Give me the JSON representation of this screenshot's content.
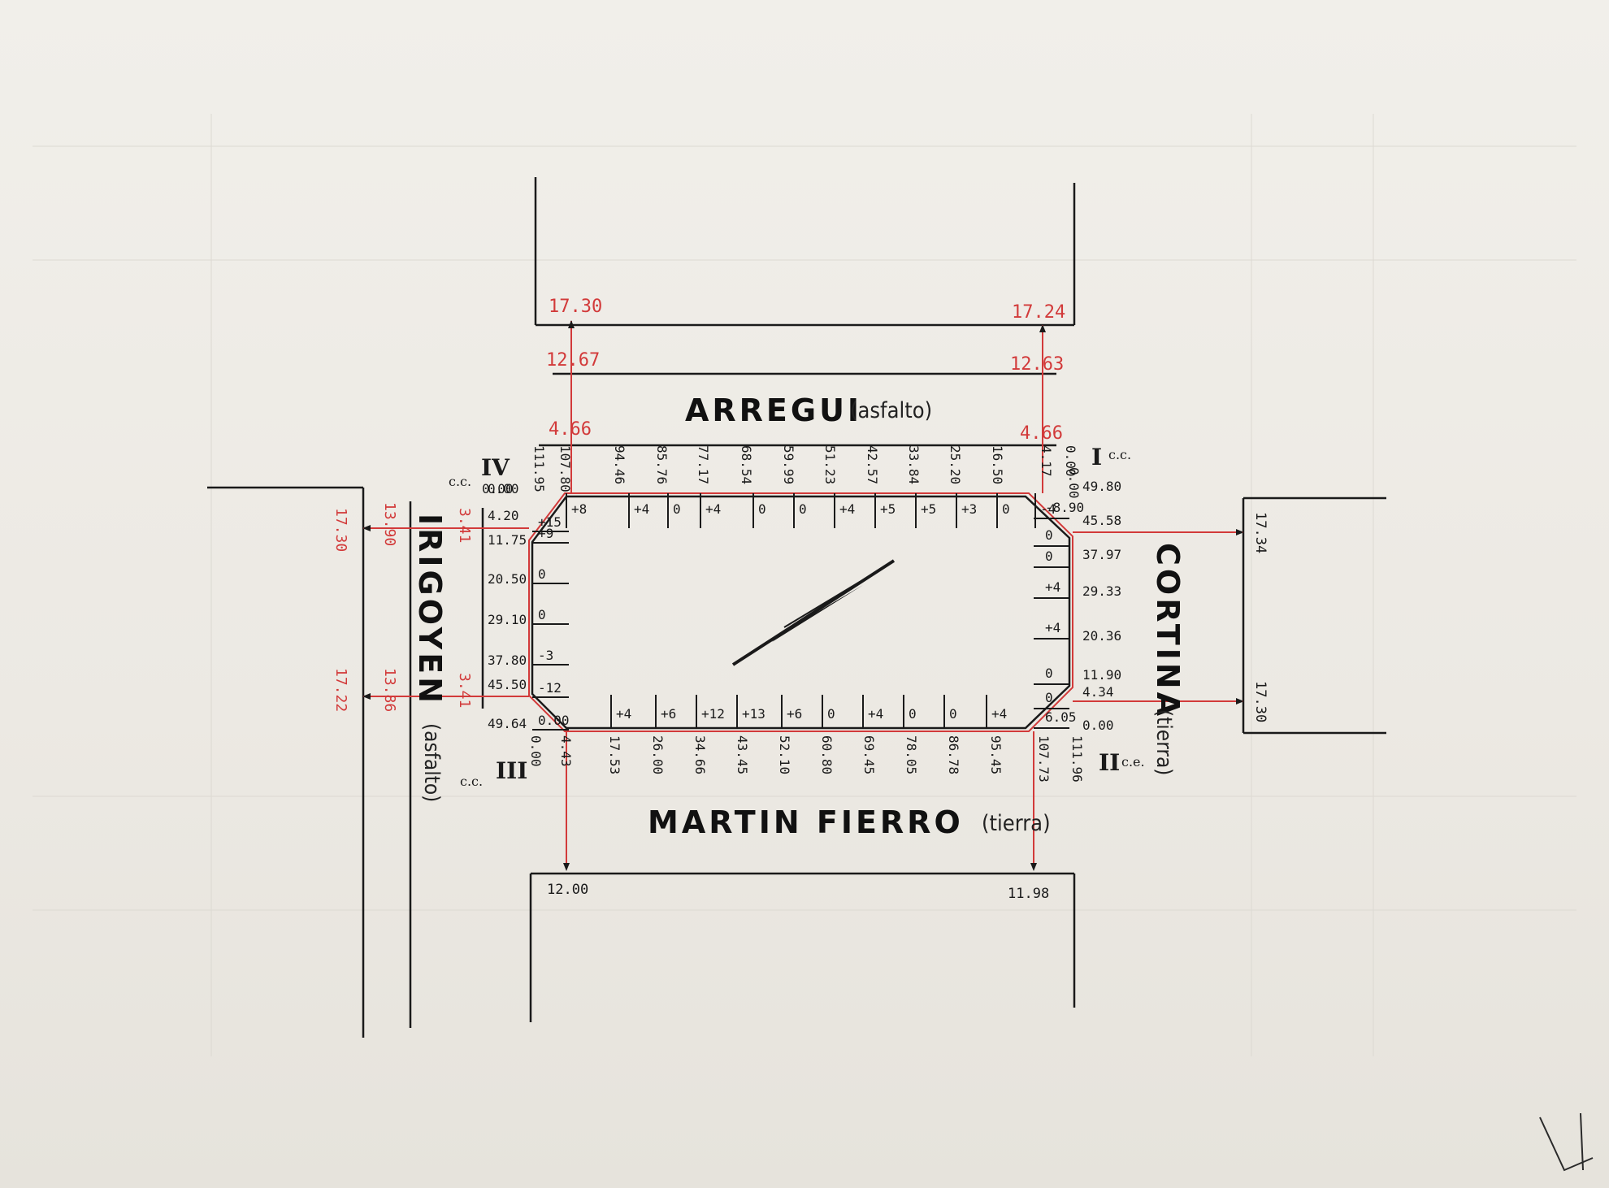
{
  "streets": {
    "top": {
      "name": "ARREGUI",
      "surface": "(asfalto)"
    },
    "bottom": {
      "name": "MARTIN FIERRO",
      "surface": "(tierra)"
    },
    "left": {
      "name": "IRIGOYEN",
      "surface": "(asfalto)"
    },
    "right": {
      "name": "CORTINA",
      "surface": "(tierra)"
    }
  },
  "red_levels": {
    "top_left_far": "17.30",
    "top_right_far": "17.24",
    "top_left_mid": "12.67",
    "top_right_mid": "12.63",
    "top_left_near": "4.66",
    "top_right_near": "4.66",
    "left_top_far": "17.30",
    "left_top_mid": "13.90",
    "left_top_near": "3.41",
    "left_bot_far": "17.22",
    "left_bot_mid": "13.86",
    "left_bot_near": "3.41",
    "right_top": "17.34",
    "right_bot": "17.30"
  },
  "bottom_levels": {
    "left": "12.00",
    "right": "11.98"
  },
  "corners": {
    "c1": {
      "label": "c.c.",
      "num": "I"
    },
    "c2": {
      "label": "c.e.",
      "num": "II"
    },
    "c3": {
      "label": "c.c.",
      "num": "III"
    },
    "c4": {
      "label": "c.c.",
      "num": "IV"
    }
  },
  "top_side": {
    "chainages": [
      "111.95",
      "107.80",
      "94.46",
      "85.76",
      "77.17",
      "68.54",
      "59.99",
      "51.23",
      "42.57",
      "33.84",
      "25.20",
      "16.50",
      "4.17",
      "0.00"
    ],
    "elevs": [
      "+8",
      "+4",
      "0",
      "+4",
      "0",
      "0",
      "+4",
      "+5",
      "+5",
      "+3",
      "0",
      "-4"
    ]
  },
  "bottom_side": {
    "chainages": [
      "0.00",
      "4.43",
      "17.53",
      "26.00",
      "34.66",
      "43.45",
      "52.10",
      "60.80",
      "69.45",
      "78.05",
      "86.78",
      "95.45",
      "107.73",
      "111.96"
    ],
    "elevs": [
      "+4",
      "+6",
      "+12",
      "+13",
      "+6",
      "0",
      "+4",
      "0",
      "0",
      "+4"
    ]
  },
  "left_side": {
    "chainages": [
      "0.00",
      "4.20",
      "11.75",
      "20.50",
      "29.10",
      "37.80",
      "45.50",
      "49.64"
    ],
    "elevs": [
      "+15",
      "+9",
      "0",
      "0",
      "-3",
      "-12",
      "0.00"
    ]
  },
  "right_side": {
    "chainages": [
      "49.80",
      "45.58",
      "37.97",
      "29.33",
      "20.36",
      "11.90",
      "4.34",
      "0.00"
    ],
    "elevs": [
      "-8.90",
      "0",
      "0",
      "+4",
      "+4",
      "0",
      "0",
      "6.05"
    ]
  },
  "corner_marks": {
    "tl_small": "0.00",
    "tr_small": "0.00"
  },
  "colors": {
    "ink": "#1a1a1a",
    "red": "#d23a3a",
    "paper": "#ece9e3"
  }
}
